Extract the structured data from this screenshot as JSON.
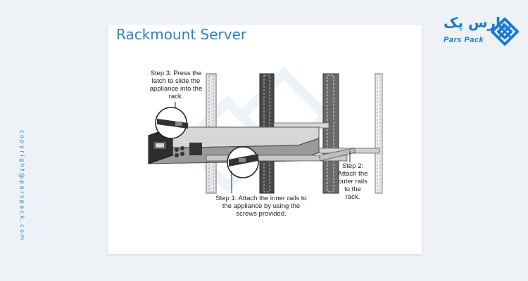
{
  "page": {
    "copyright": "copyright@parspack.com"
  },
  "logo": {
    "name_fa": "پارس پک",
    "name_en": "Pars Pack",
    "mark": "diamond-knot-logo",
    "color": "#1a7bd1"
  },
  "slide": {
    "title": "Rackmount Server",
    "title_color": "#2f7fc2",
    "steps": [
      {
        "label": "Step 3: Press the latch to slide the appliance into the rack."
      },
      {
        "label": "Step 1: Attach the inner rails to the appliance by using the screws provided."
      },
      {
        "label": "Step 2: Attach the outer rails to the rack."
      }
    ]
  }
}
